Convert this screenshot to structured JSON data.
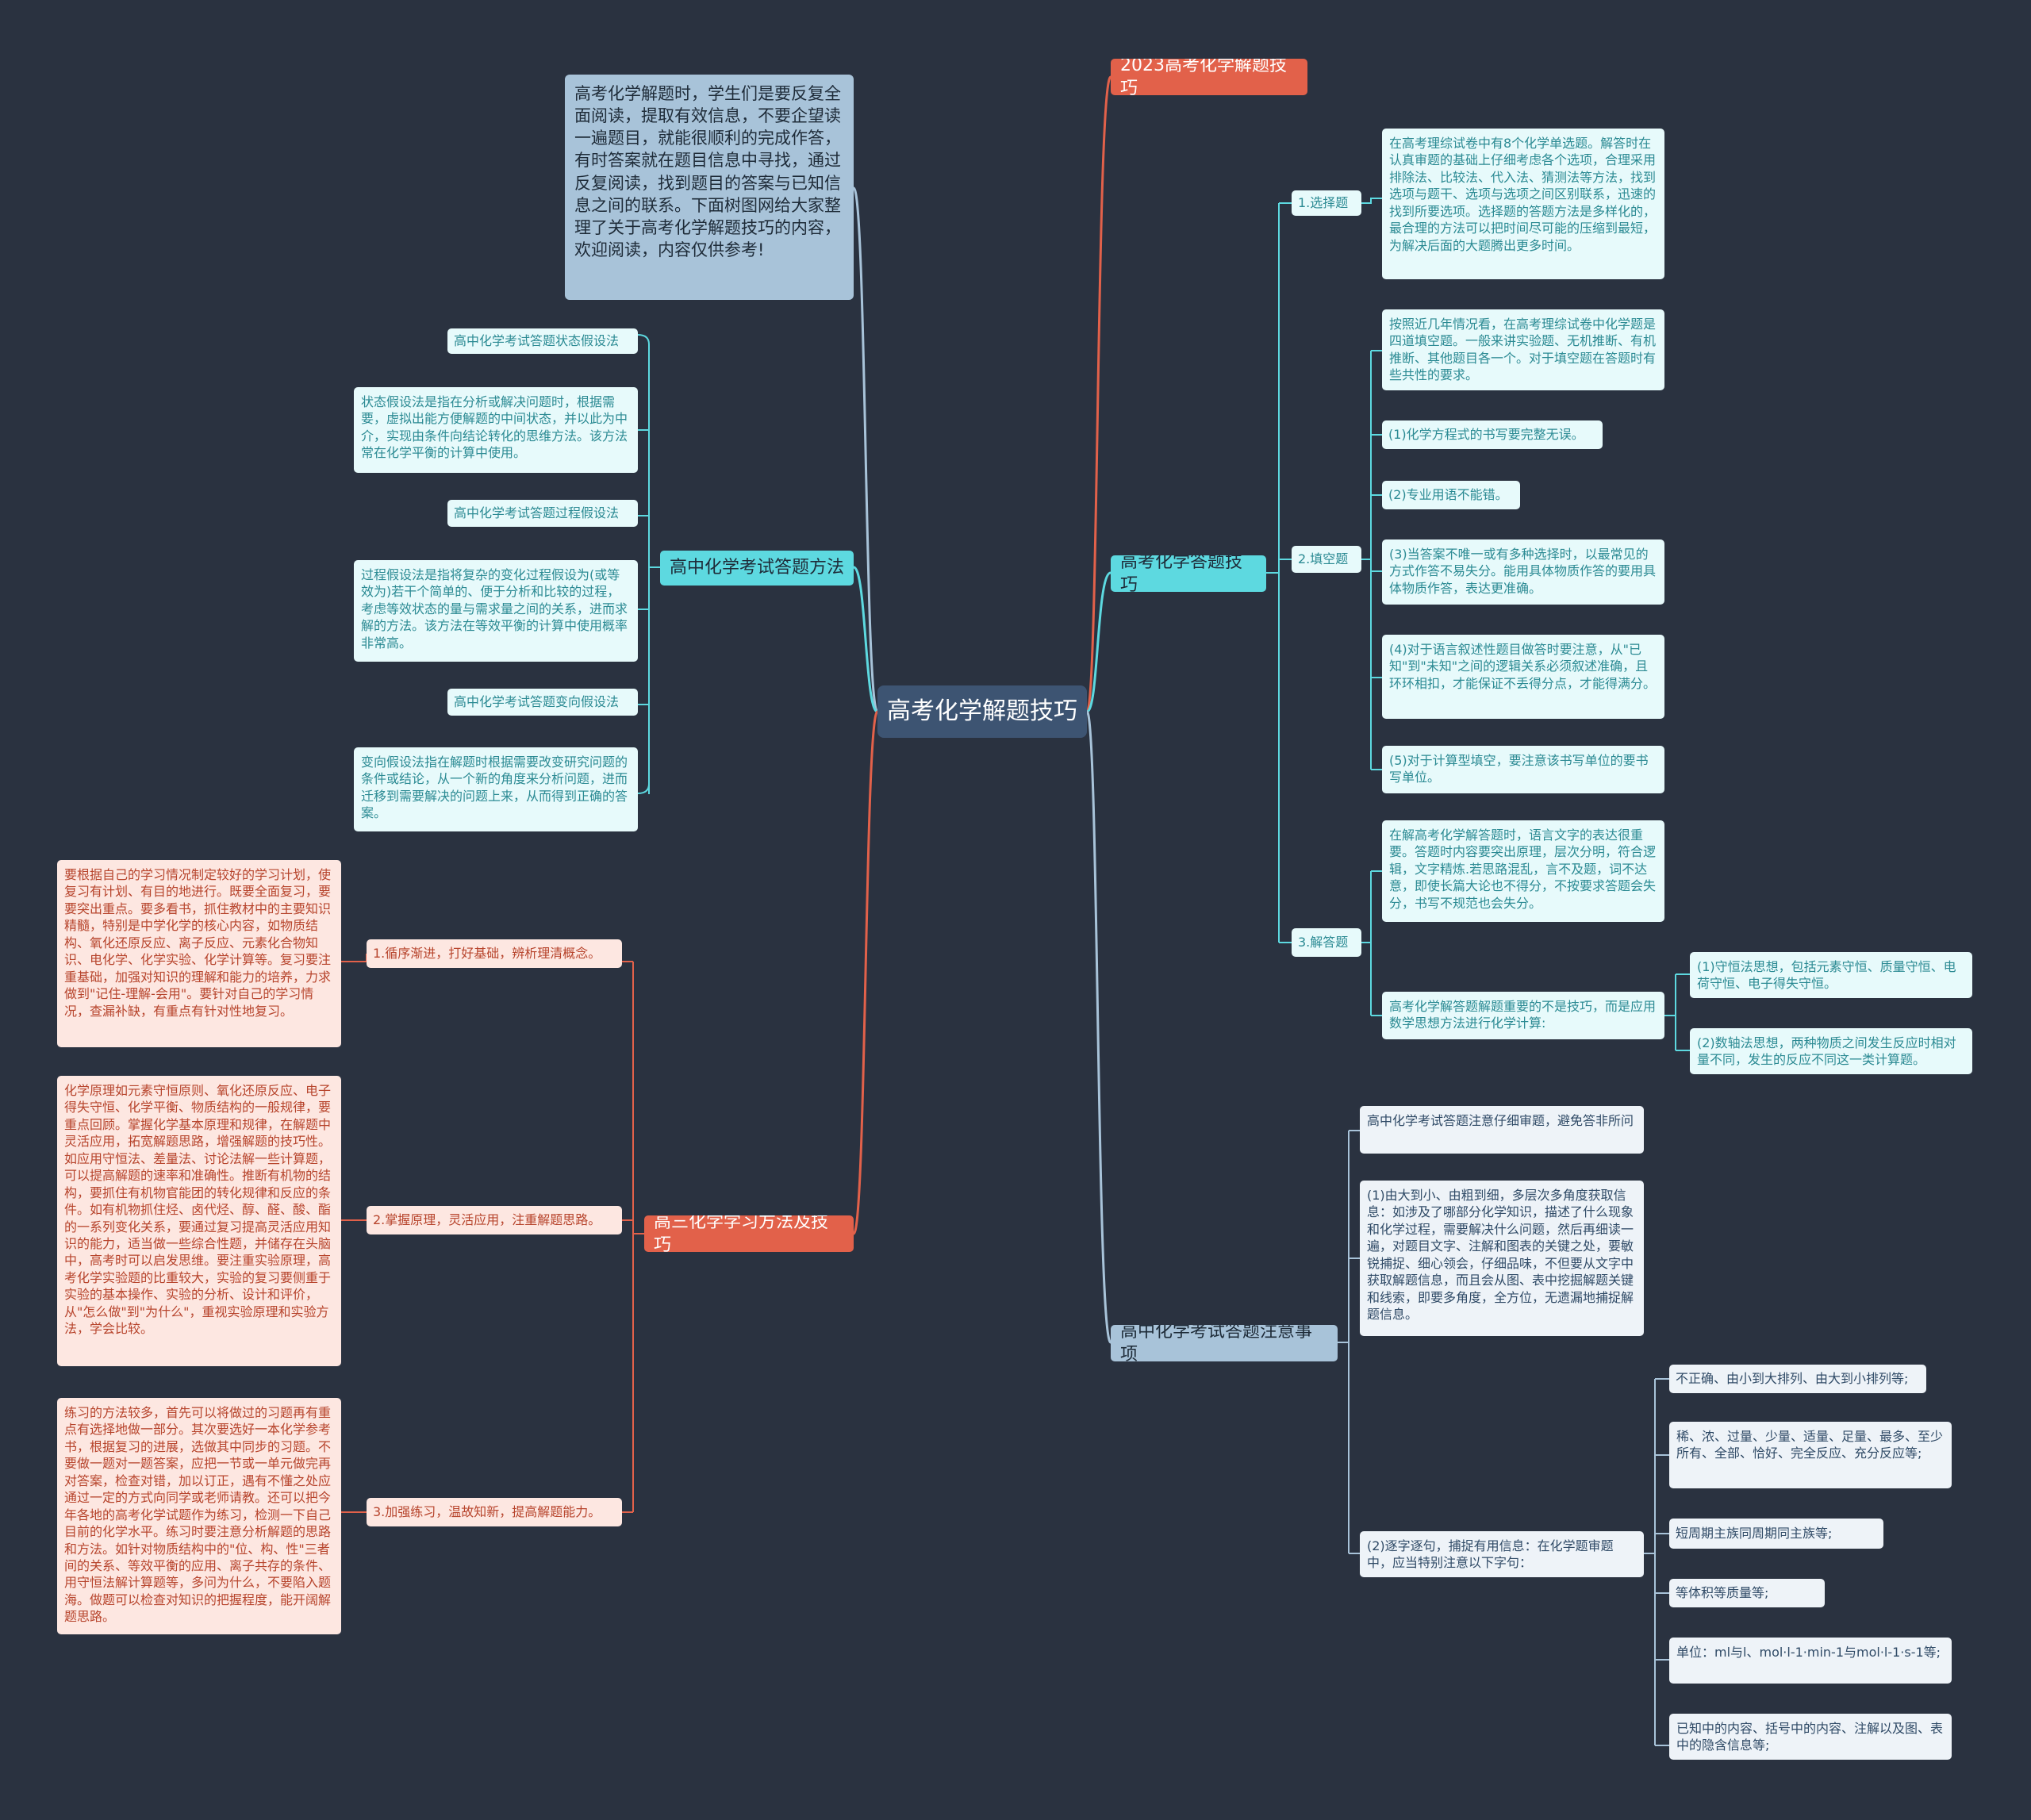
{
  "root": "高考化学解题技巧",
  "intro": "高考化学解题时，学生们是要反复全面阅读，提取有效信息，不要企望读一遍题目，就能很顺利的完成作答，有时答案就在题目信息中寻找，通过反复阅读，找到题目的答案与已知信息之间的联系。下面树图网给大家整理了关于高考化学解题技巧的内容，欢迎阅读，内容仅供参考!",
  "title_2023": "2023高考化学解题技巧",
  "methods": {
    "title": "高中化学考试答题方法",
    "items": [
      {
        "label": "高中化学考试答题状态假设法",
        "detail": "状态假设法是指在分析或解决问题时，根据需要，虚拟出能方便解题的中间状态，并以此为中介，实现由条件向结论转化的思维方法。该方法常在化学平衡的计算中使用。"
      },
      {
        "label": "高中化学考试答题过程假设法",
        "detail": "过程假设法是指将复杂的变化过程假设为(或等效为)若干个简单的、便于分析和比较的过程，考虑等效状态的量与需求量之间的关系，进而求解的方法。该方法在等效平衡的计算中使用概率非常高。"
      },
      {
        "label": "高中化学考试答题变向假设法",
        "detail": "变向假设法指在解题时根据需要改变研究问题的条件或结论，从一个新的角度来分析问题，进而迁移到需要解决的问题上来，从而得到正确的答案。"
      }
    ]
  },
  "study": {
    "title": "高三化学学习方法及技巧",
    "items": [
      {
        "label": "1.循序渐进，打好基础，辨析理清概念。",
        "detail": "要根据自己的学习情况制定较好的学习计划，使复习有计划、有目的地进行。既要全面复习，要要突出重点。要多看书，抓住教材中的主要知识精髓，特别是中学化学的核心内容，如物质结构、氧化还原反应、离子反应、元素化合物知识、电化学、化学实验、化学计算等。复习要注重基础，加强对知识的理解和能力的培养，力求做到\"记住-理解-会用\"。要针对自己的学习情况，查漏补缺，有重点有针对性地复习。"
      },
      {
        "label": "2.掌握原理，灵活应用，注重解题思路。",
        "detail": "化学原理如元素守恒原则、氧化还原反应、电子得失守恒、化学平衡、物质结构的一般规律，要重点回顾。掌握化学基本原理和规律，在解题中灵活应用，拓宽解题思路，增强解题的技巧性。如应用守恒法、差量法、讨论法解一些计算题，可以提高解题的速率和准确性。推断有机物的结构，要抓住有机物官能团的转化规律和反应的条件。如有机物抓住烃、卤代烃、醇、醛、酸、酯的一系列变化关系，要通过复习提高灵活应用知识的能力，适当做一些综合性题，并储存在头脑中，高考时可以启发思维。要注重实验原理，高考化学实验题的比重较大，实验的复习要侧重于实验的基本操作、实验的分析、设计和评价，从\"怎么做\"到\"为什么\"，重视实验原理和实验方法，学会比较。"
      },
      {
        "label": "3.加强练习，温故知新，提高解题能力。",
        "detail": "练习的方法较多，首先可以将做过的习题再有重点有选择地做一部分。其次要选好一本化学参考书，根据复习的进展，选做其中同步的习题。不要做一题对一题答案，应把一节或一单元做完再对答案，检查对错，加以订正，遇有不懂之处应通过一定的方式向同学或老师请教。还可以把今年各地的高考化学试题作为练习，检测一下自己目前的化学水平。练习时要注意分析解题的思路和方法。如针对物质结构中的\"位、构、性\"三者间的关系、等效平衡的应用、离子共存的条件、用守恒法解计算题等，多问为什么，不要陷入题海。做题可以检查对知识的把握程度，能开阔解题思路。"
      }
    ]
  },
  "skills": {
    "title": "高考化学答题技巧",
    "choice": {
      "label": "1.选择题",
      "detail": "在高考理综试卷中有8个化学单选题。解答时在认真审题的基础上仔细考虑各个选项，合理采用排除法、比较法、代入法、猜测法等方法，找到选项与题干、选项与选项之间区别联系，迅速的找到所要选项。选择题的答题方法是多样化的，最合理的方法可以把时间尽可能的压缩到最短，为解决后面的大题腾出更多时间。"
    },
    "fill": {
      "label": "2.填空题",
      "items": [
        "按照近几年情况看，在高考理综试卷中化学题是四道填空题。一般来讲实验题、无机推断、有机推断、其他题目各一个。对于填空题在答题时有些共性的要求。",
        "(1)化学方程式的书写要完整无误。",
        "(2)专业用语不能错。",
        "(3)当答案不唯一或有多种选择时，以最常见的方式作答不易失分。能用具体物质作答的要用具体物质作答，表达更准确。",
        "(4)对于语言叙述性题目做答时要注意，从\"已知\"到\"未知\"之间的逻辑关系必须叙述准确，且环环相扣，才能保证不丢得分点，才能得满分。",
        "(5)对于计算型填空，要注意该书写单位的要书写单位。"
      ]
    },
    "answer": {
      "label": "3.解答题",
      "detail": "在解高考化学解答题时，语言文字的表达很重要。答题时内容要突出原理，层次分明，符合逻辑，文字精炼.若思路混乱，言不及题，词不达意，即使长篇大论也不得分，不按要求答题会失分，书写不规范也会失分。",
      "math": "高考化学解答题解题重要的不是技巧，而是应用数学思想方法进行化学计算:",
      "math_items": [
        "(1)守恒法思想，包括元素守恒、质量守恒、电荷守恒、电子得失守恒。",
        "(2)数轴法思想，两种物质之间发生反应时相对量不同，发生的反应不同这一类计算题。"
      ]
    }
  },
  "notes": {
    "title": "高中化学考试答题注意事项",
    "intro": "高中化学考试答题注意仔细审题，避免答非所问",
    "detail1": "(1)由大到小、由粗到细，多层次多角度获取信息：如涉及了哪部分化学知识，描述了什么现象和化学过程，需要解决什么问题，然后再细读一遍，对题目文字、注解和图表的关键之处，要敏锐捕捉、细心领会，仔细品味，不但要从文字中获取解题信息，而且会从图、表中挖掘解题关键和线索，即要多角度，全方位，无遗漏地捕捉解题信息。",
    "detail2": "(2)逐字逐句，捕捉有用信息：在化学题审题中，应当特别注意以下字句：",
    "items": [
      "不正确、由小到大排列、由大到小排列等;",
      "稀、浓、过量、少量、适量、足量、最多、至少所有、全部、恰好、完全反应、充分反应等;",
      "短周期主族同周期同主族等;",
      "等体积等质量等;",
      "单位：ml与l、mol·l-1·min-1与mol·l-1·s-1等;",
      "已知中的内容、括号中的内容、注解以及图、表中的隐含信息等;"
    ]
  },
  "colors": {
    "background": "#2a3240",
    "root": "#3d5472",
    "red": "#e2614a",
    "cyan": "#5dd9e0",
    "blue": "#a8c3d9"
  }
}
